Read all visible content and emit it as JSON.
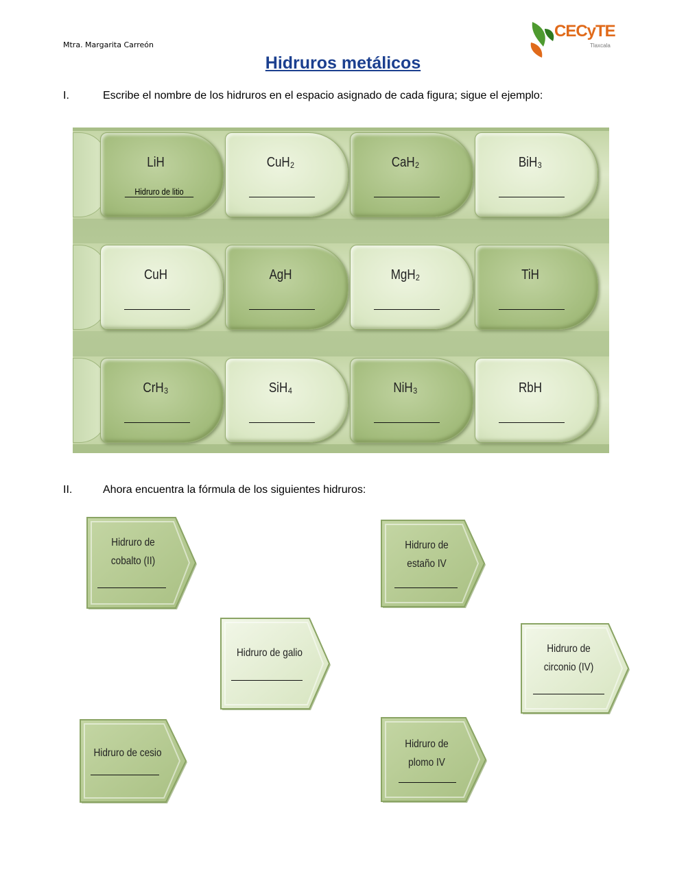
{
  "header": {
    "author": "Mtra. Margarita Carreón",
    "logo_text": "CECyTE",
    "logo_subtext": "Tlaxcala",
    "title": "Hidruros metálicos"
  },
  "section1": {
    "number": "I.",
    "instruction": "Escribe el nombre de los hidruros en el espacio asignado de cada figura; sigue el ejemplo:",
    "rows": [
      [
        {
          "formula": "LiH",
          "answer": "Hidruro de litio",
          "tone": "dark"
        },
        {
          "formula": "CuH₂",
          "answer": "",
          "tone": "light"
        },
        {
          "formula": "CaH₂",
          "answer": "",
          "tone": "dark"
        },
        {
          "formula": "BiH₃",
          "answer": "",
          "tone": "light"
        }
      ],
      [
        {
          "formula": "CuH",
          "answer": "",
          "tone": "light"
        },
        {
          "formula": "AgH",
          "answer": "",
          "tone": "dark"
        },
        {
          "formula": "MgH₂",
          "answer": "",
          "tone": "light"
        },
        {
          "formula": "TiH",
          "answer": "",
          "tone": "dark"
        }
      ],
      [
        {
          "formula": "CrH₃",
          "answer": "",
          "tone": "dark"
        },
        {
          "formula": "SiH₄",
          "answer": "",
          "tone": "light"
        },
        {
          "formula": "NiH₃",
          "answer": "",
          "tone": "dark"
        },
        {
          "formula": "RbH",
          "answer": "",
          "tone": "light"
        }
      ]
    ]
  },
  "section2": {
    "number": "II.",
    "instruction": "Ahora encuentra la fórmula de los siguientes hidruros:",
    "items": [
      {
        "label": "Hidruro de cobalto (II)",
        "tone": "mid"
      },
      {
        "label": "Hidruro de estaño IV",
        "tone": "mid"
      },
      {
        "label": "Hidruro de galio",
        "tone": "light"
      },
      {
        "label": "Hidruro de circonio (IV)",
        "tone": "light"
      },
      {
        "label": "Hidruro de cesio",
        "tone": "mid"
      },
      {
        "label": "Hidruro de plomo IV",
        "tone": "mid"
      }
    ]
  },
  "colors": {
    "title": "#1b3f8f",
    "tab_dark": "#a3bc7c",
    "tab_light": "#dbe8c5",
    "logo": "#e06a1a"
  }
}
